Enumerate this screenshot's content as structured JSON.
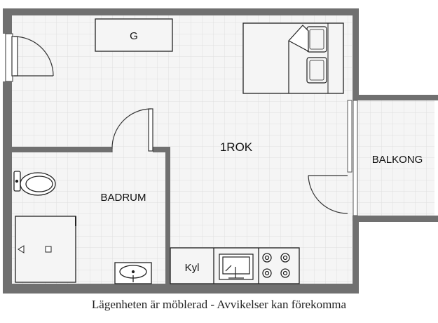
{
  "plan": {
    "rooms": {
      "main_room": "1ROK",
      "bathroom": "BADRUM",
      "balcony": "BALKONG"
    },
    "furniture": {
      "wardrobe": "G",
      "fridge": "Kyl"
    },
    "colors": {
      "wall": "#6f6f6f",
      "tile_bg": "#f5f5f5",
      "tile_line": "#e0e0e0",
      "fixture_stroke": "#222222"
    }
  },
  "caption": "Lägenheten är möblerad - Avvikelser kan förekomma"
}
